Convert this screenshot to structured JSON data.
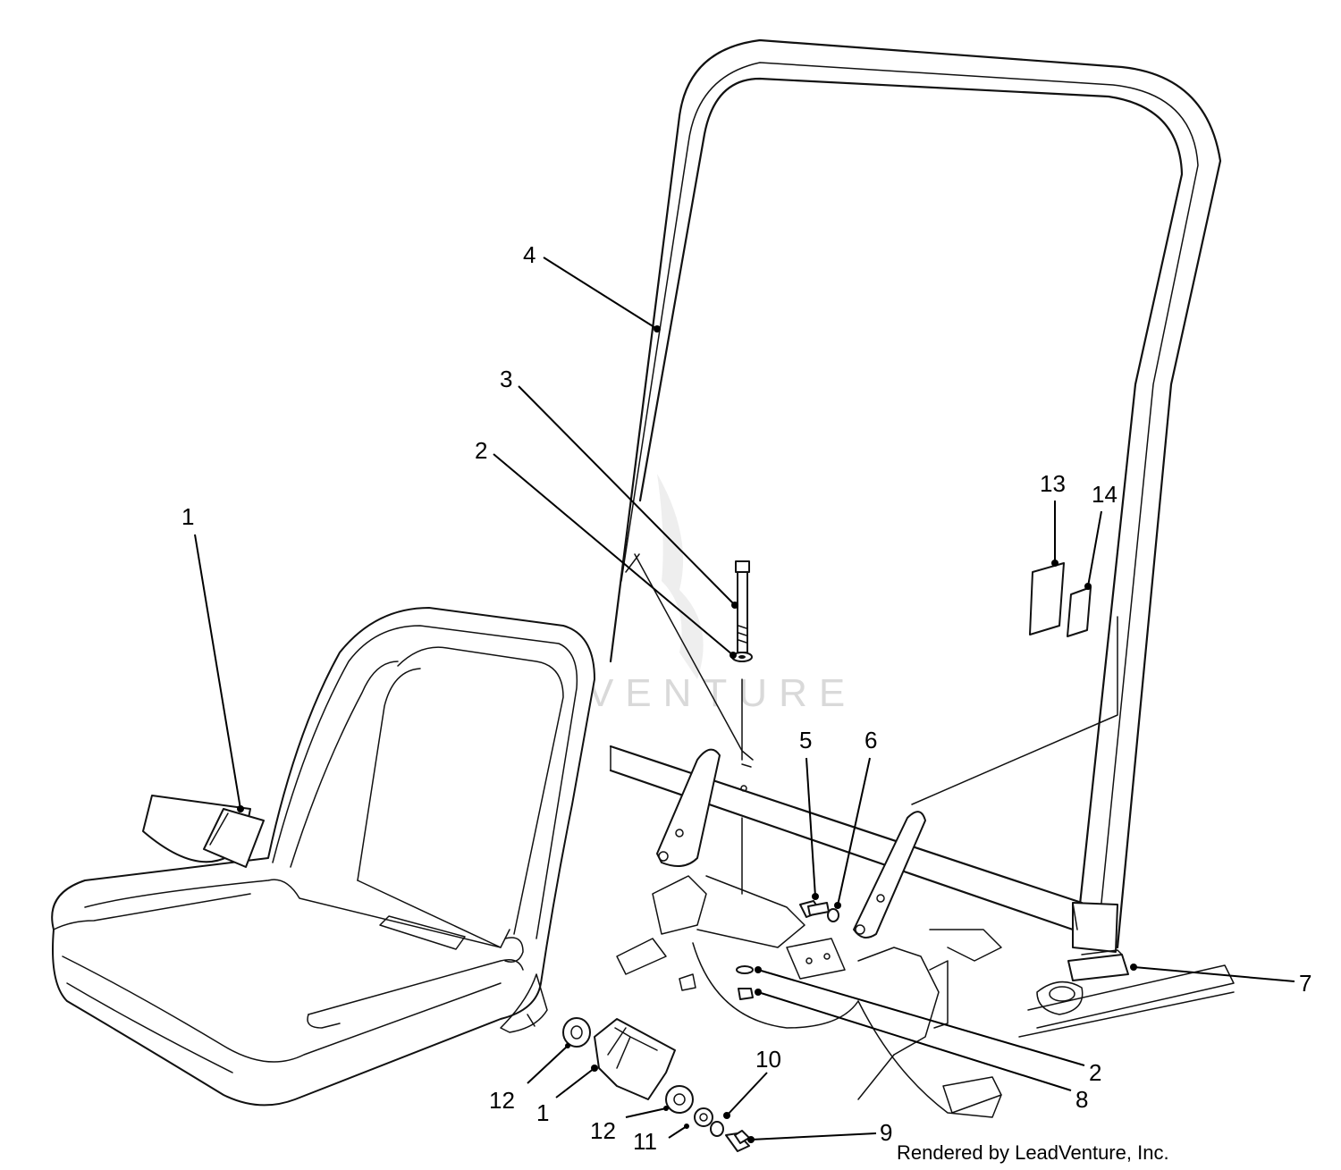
{
  "watermark": {
    "text": "LEADVENTURE"
  },
  "credit": "Rendered by LeadVenture, Inc.",
  "callouts": {
    "c1_seatbelt": "1",
    "c4_rollbar": "4",
    "c3_bolt": "3",
    "c2_washer_upper": "2",
    "c13_decal": "13",
    "c14_decal": "14",
    "c5_bolt": "5",
    "c6_lockwasher": "6",
    "c7_spacer": "7",
    "c2_washer_lower": "2",
    "c8_nut": "8",
    "c10_lockwasher": "10",
    "c9_screw": "9",
    "c11_washer": "11",
    "c12_washer_right": "12",
    "c1_buckle": "1",
    "c12_washer_left": "12"
  }
}
